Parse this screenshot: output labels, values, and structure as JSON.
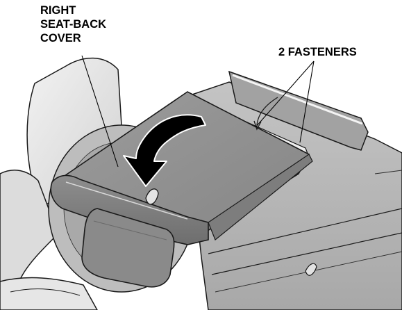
{
  "illustration": {
    "subject": "right seat-back cover removal",
    "colors": {
      "background": "#ffffff",
      "cover": "#8f8f8f",
      "cover_fold": "#7a7a7a",
      "panel": "#b4b4b4",
      "panel_dark": "#9a9a9a",
      "frame_light": "#e3e3e3",
      "outline": "#1a1a1a"
    }
  },
  "callouts": {
    "cover_line1": "RIGHT",
    "cover_line2": "SEAT-BACK",
    "cover_line3": "COVER",
    "fasteners": "2 FASTENERS"
  }
}
